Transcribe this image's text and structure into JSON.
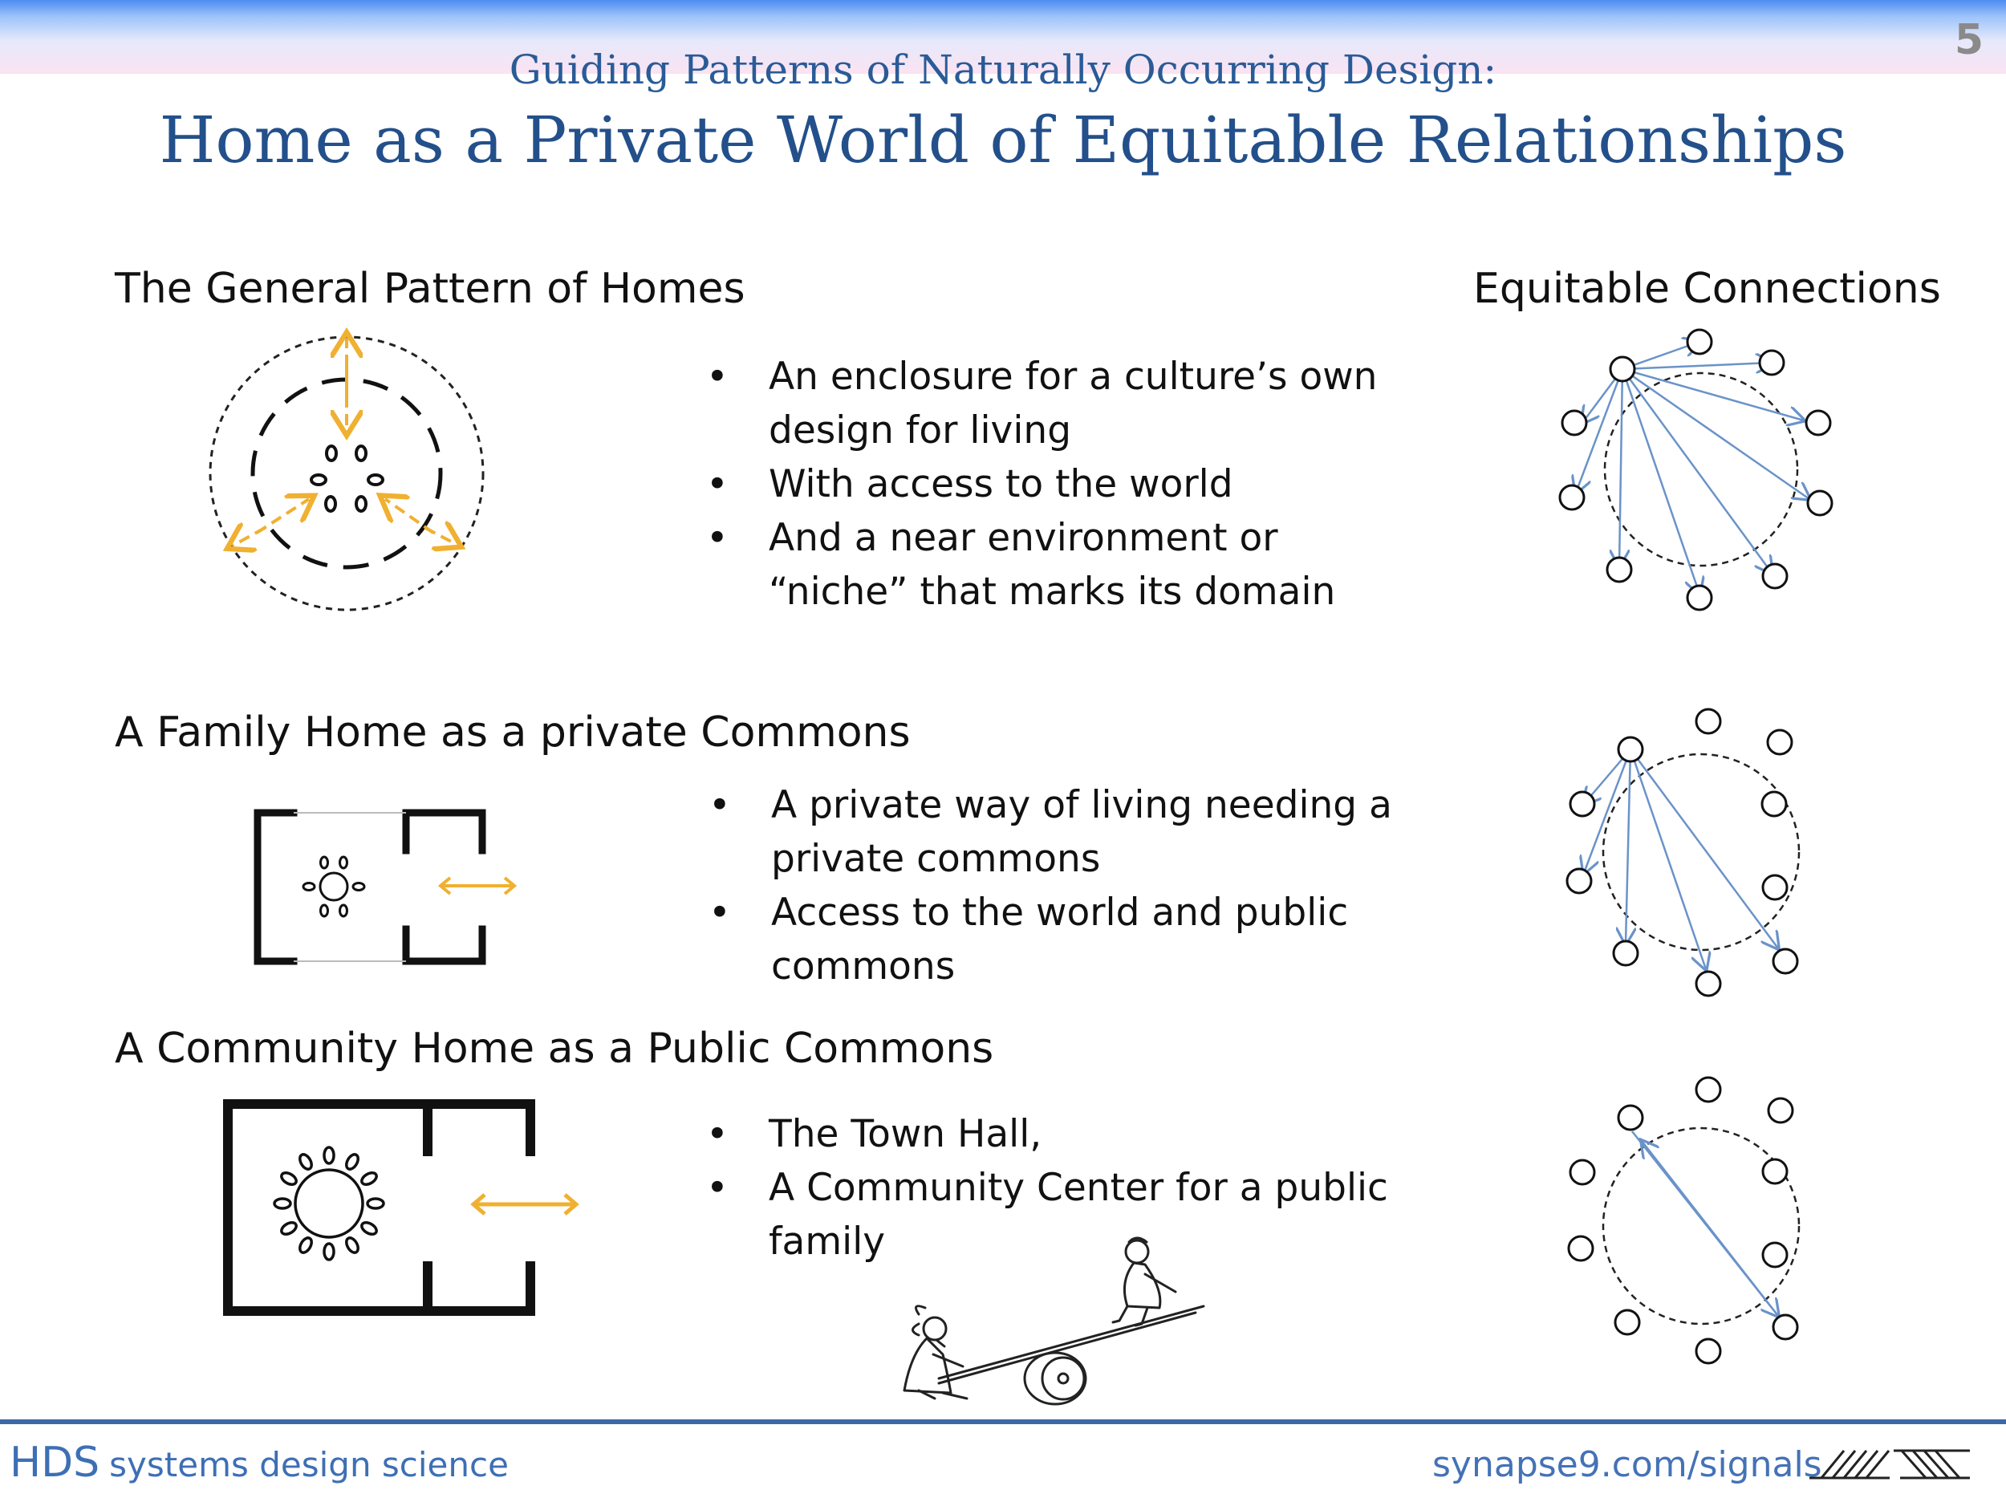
{
  "page_number": "5",
  "supertitle": "Guiding Patterns of Naturally Occurring Design:",
  "title": "Home as a Private World of Equitable Relationships",
  "sections": [
    {
      "heading": "The General Pattern of Homes",
      "bullets": [
        "An enclosure for a culture’s own design for living",
        "With access to the world",
        "And a near environment or “niche” that marks its domain"
      ]
    },
    {
      "heading": "A Family Home as a private Commons",
      "bullets": [
        "A private way of living needing a private commons",
        "Access to the world and public commons"
      ]
    },
    {
      "heading": "A Community Home as a Public Commons",
      "bullets": [
        "The Town Hall,",
        "A Community Center for a public family"
      ]
    }
  ],
  "right_heading": "Equitable Connections",
  "footer": {
    "brand": "HDS",
    "tagline": "systems design science",
    "url": "synapse9.com/signals"
  },
  "colors": {
    "title_blue": "#23508b",
    "arrow_orange": "#f0b030",
    "connection_blue": "#6a93c9",
    "footer_blue": "#3d6fb5"
  }
}
